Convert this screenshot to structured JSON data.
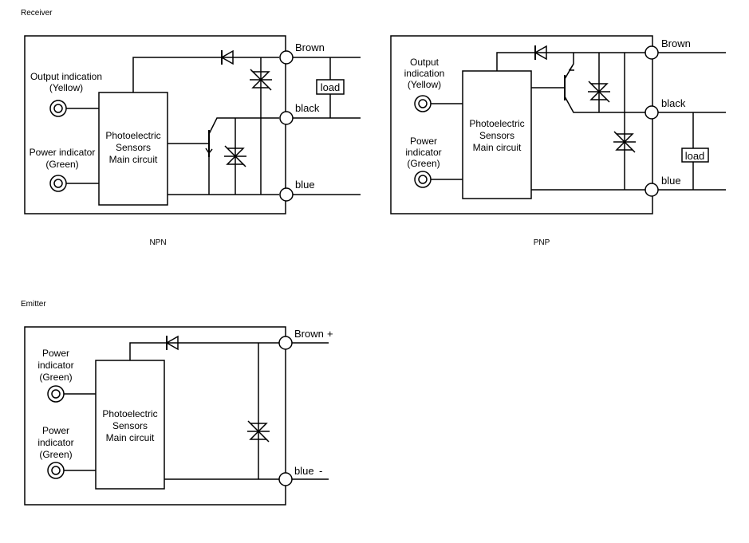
{
  "sections": {
    "receiver": "Receiver",
    "emitter": "Emitter"
  },
  "npn": {
    "caption": "NPN",
    "output_label": [
      "Output indication",
      "(Yellow)"
    ],
    "power_label": [
      "Power indicator",
      "(Green)"
    ],
    "circuit": [
      "Photoelectric",
      "Sensors",
      "Main circuit"
    ],
    "wires": {
      "brown": "Brown",
      "black": "black",
      "blue": "blue"
    },
    "load": "load"
  },
  "pnp": {
    "caption": "PNP",
    "output_label": [
      "Output",
      "indication",
      "(Yellow)"
    ],
    "power_label": [
      "Power",
      "indicator",
      "(Green)"
    ],
    "circuit": [
      "Photoelectric",
      "Sensors",
      "Main circuit"
    ],
    "wires": {
      "brown": "Brown",
      "black": "black",
      "blue": "blue"
    },
    "load": "load"
  },
  "emitter": {
    "power_label_1": [
      "Power",
      "indicator",
      "(Green)"
    ],
    "power_label_2": [
      "Power",
      "indicator",
      "(Green)"
    ],
    "circuit": [
      "Photoelectric",
      "Sensors",
      "Main circuit"
    ],
    "wires": {
      "brown": "Brown",
      "brown_sign": "+",
      "blue": "blue",
      "blue_sign": "-"
    }
  }
}
